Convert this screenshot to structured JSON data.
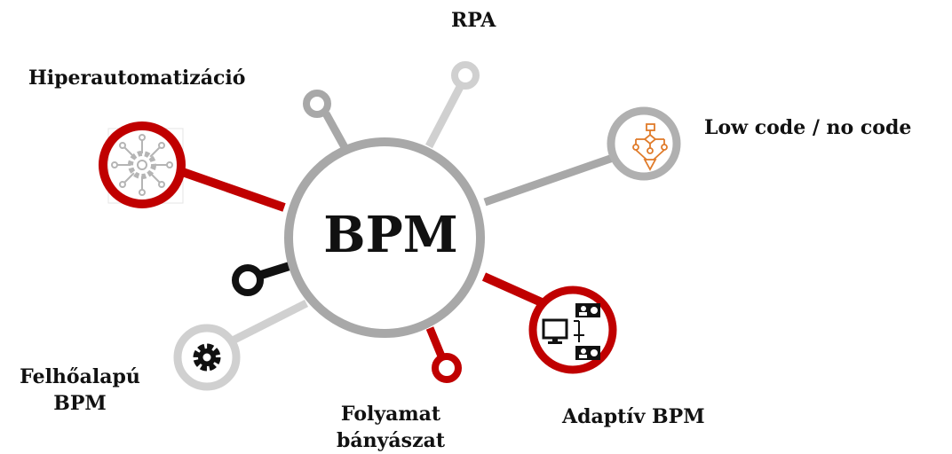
{
  "center": {
    "label": "BPM"
  },
  "nodes": [
    {
      "id": "hiper",
      "label": "Hiperautomatizáció",
      "icon": "gear-network-icon",
      "ring_color": "#c00000"
    },
    {
      "id": "rpa",
      "label": "RPA",
      "icon": "",
      "ring_color": "#d0d0d0"
    },
    {
      "id": "lowcode",
      "label": "Low code / no code",
      "icon": "flowchart-icon",
      "ring_color": "#b0b0b0"
    },
    {
      "id": "adaptive",
      "label": "Adaptív BPM",
      "icon": "monitor-network-icon",
      "ring_color": "#c00000"
    },
    {
      "id": "mining",
      "label_lines": [
        "Folyamat",
        "bányászat"
      ],
      "icon": "",
      "ring_color": "#c00000"
    },
    {
      "id": "cloud",
      "label_lines": [
        "Felhőalapú",
        "BPM"
      ],
      "icon": "gear-icon",
      "ring_color": "#d0d0d0"
    }
  ],
  "colors": {
    "red": "#c00000",
    "gray": "#a8a8a8",
    "light_gray": "#d0d0d0",
    "black": "#111111",
    "orange": "#e07b2a"
  }
}
